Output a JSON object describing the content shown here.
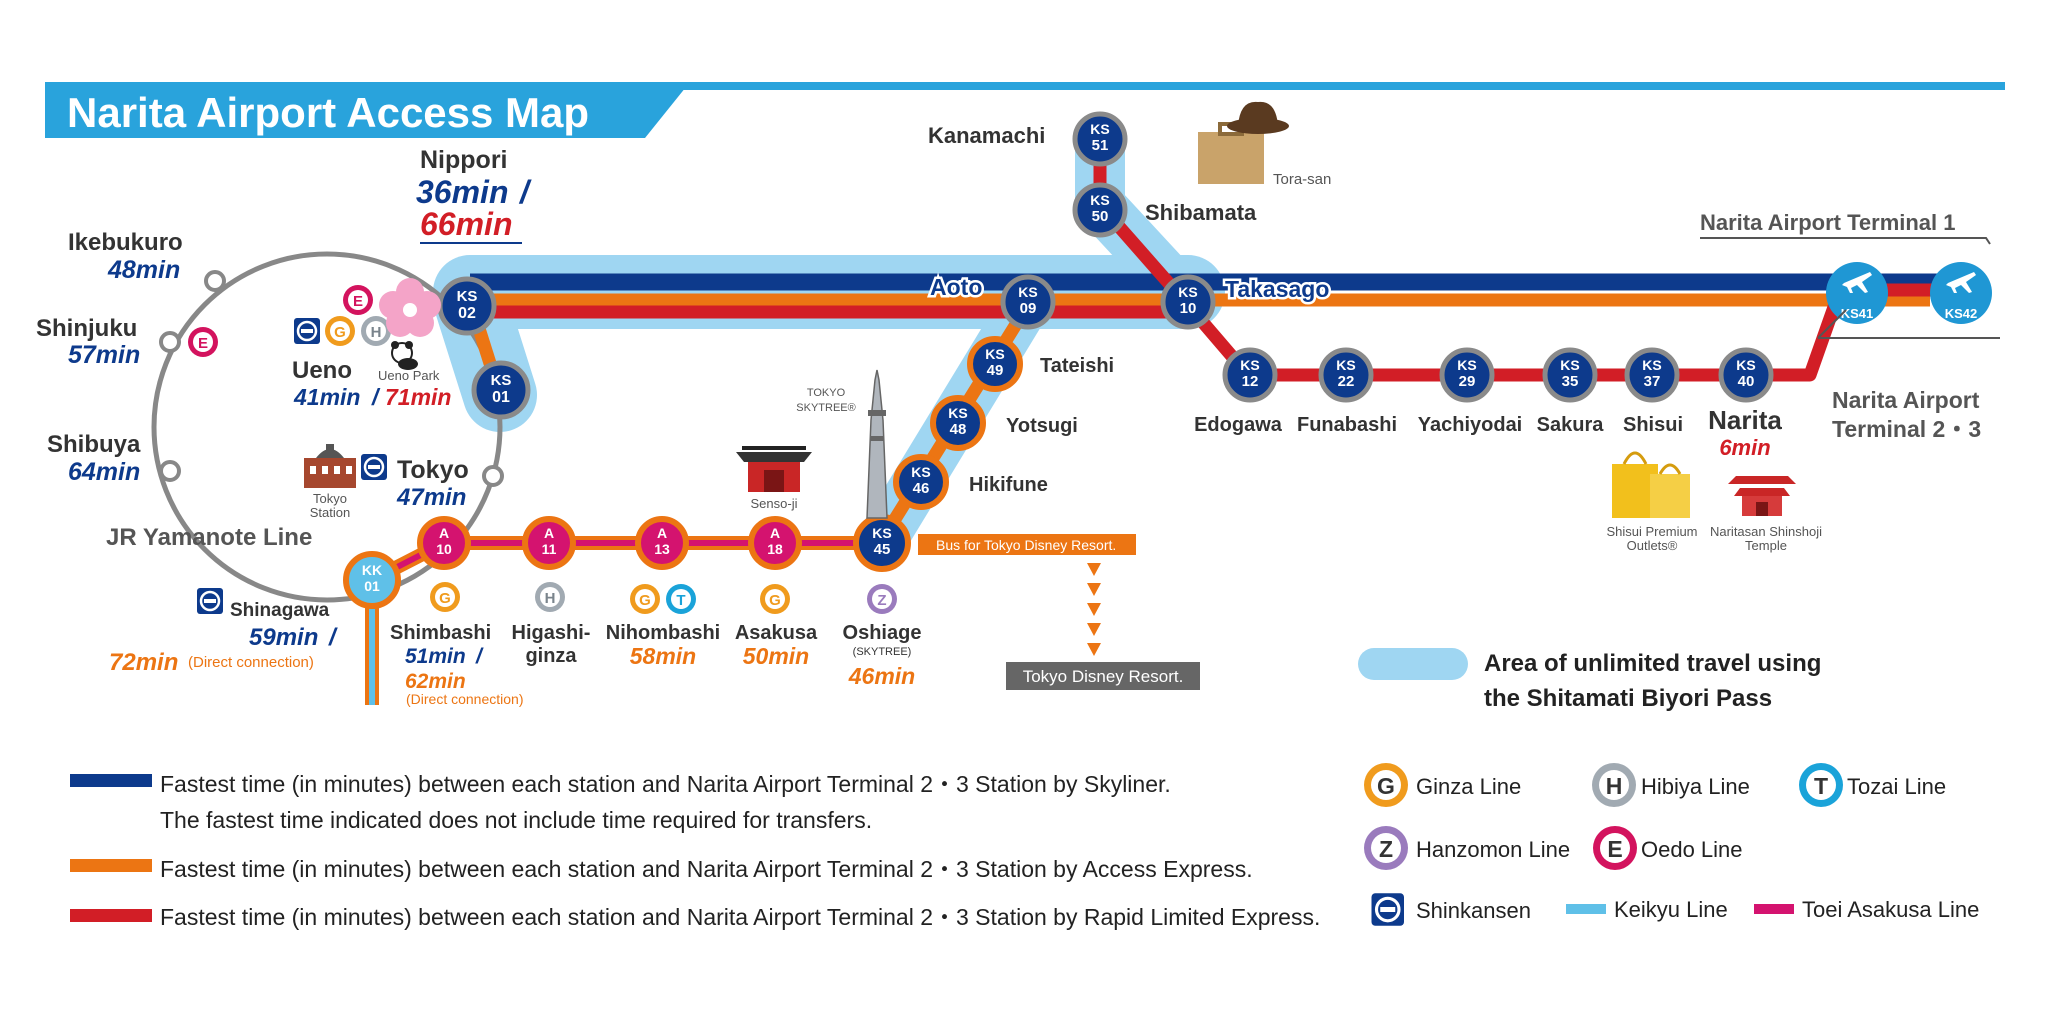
{
  "title": "Narita Airport Access Map",
  "colors": {
    "skyliner": "#0d3a8c",
    "access_express": "#ec7513",
    "rapid_limited": "#d21e26",
    "pass_area": "#9fd6f2",
    "yamanote": "#777777",
    "asakusa_line": "#d4136f",
    "keikyu": "#5fc0e8",
    "ginza": "#f09b1d",
    "hibiya": "#a1aab2",
    "tozai": "#1aa3d9",
    "hanzomon": "#9a7bbd",
    "oedo": "#d3135e"
  },
  "stations": {
    "nippori": {
      "name": "Nippori",
      "time_skyliner": "36min",
      "sep": "/",
      "time_rapid": "66min"
    },
    "ikebukuro": {
      "name": "Ikebukuro",
      "time": "48min"
    },
    "shinjuku": {
      "name": "Shinjuku",
      "time": "57min"
    },
    "shibuya": {
      "name": "Shibuya",
      "time": "64min"
    },
    "ueno": {
      "name": "Ueno",
      "time_skyliner": "41min",
      "sep": "/",
      "time_rapid": "71min"
    },
    "tokyo": {
      "name": "Tokyo",
      "time": "47min"
    },
    "shinagawa": {
      "name": "Shinagawa",
      "time_skyliner": "59min",
      "sep": "/",
      "time_access": "72min",
      "note": "(Direct connection)"
    },
    "shimbashi": {
      "name": "Shimbashi",
      "time_skyliner": "51min",
      "sep": "/",
      "time_access": "62min",
      "note": "(Direct connection)"
    },
    "higashiginza": {
      "name1": "Higashi-",
      "name2": "ginza"
    },
    "nihombashi": {
      "name": "Nihombashi",
      "time": "58min"
    },
    "asakusa": {
      "name": "Asakusa",
      "time": "50min"
    },
    "oshiage": {
      "name": "Oshiage",
      "sub": "(SKYTREE)",
      "time": "46min"
    },
    "kanamachi": {
      "name": "Kanamachi"
    },
    "shibamata": {
      "name": "Shibamata"
    },
    "aoto": {
      "name": "Aoto"
    },
    "takasago": {
      "name": "Takasago"
    },
    "tateishi": {
      "name": "Tateishi"
    },
    "yotsugi": {
      "name": "Yotsugi"
    },
    "hikifune": {
      "name": "Hikifune"
    },
    "edogawa": {
      "name": "Edogawa"
    },
    "funabashi": {
      "name": "Funabashi"
    },
    "yachiyodai": {
      "name": "Yachiyodai"
    },
    "sakura": {
      "name": "Sakura"
    },
    "shisui": {
      "name": "Shisui"
    },
    "narita": {
      "name": "Narita",
      "time": "6min"
    },
    "terminal1": {
      "name": "Narita Airport Terminal 1"
    },
    "terminal23": {
      "name1": "Narita Airport",
      "name2": "Terminal 2・3"
    }
  },
  "codes": {
    "ks02": [
      "KS",
      "02"
    ],
    "ks01": [
      "KS",
      "01"
    ],
    "ks09": [
      "KS",
      "09"
    ],
    "ks10": [
      "KS",
      "10"
    ],
    "ks51": [
      "KS",
      "51"
    ],
    "ks50": [
      "KS",
      "50"
    ],
    "ks49": [
      "KS",
      "49"
    ],
    "ks48": [
      "KS",
      "48"
    ],
    "ks46": [
      "KS",
      "46"
    ],
    "ks45": [
      "KS",
      "45"
    ],
    "ks12": [
      "KS",
      "12"
    ],
    "ks22": [
      "KS",
      "22"
    ],
    "ks29": [
      "KS",
      "29"
    ],
    "ks35": [
      "KS",
      "35"
    ],
    "ks37": [
      "KS",
      "37"
    ],
    "ks40": [
      "KS",
      "40"
    ],
    "ks41": "KS41",
    "ks42": "KS42",
    "a10": [
      "A",
      "10"
    ],
    "a11": [
      "A",
      "11"
    ],
    "a13": [
      "A",
      "13"
    ],
    "a18": [
      "A",
      "18"
    ],
    "kk01": [
      "KK",
      "01"
    ]
  },
  "letters": {
    "g": "G",
    "h": "H",
    "t": "T",
    "z": "Z",
    "e": "E"
  },
  "landmarks": {
    "torasan": "Tora-san",
    "uenopark": "Ueno Park",
    "tokyostation1": "Tokyo",
    "tokyostation2": "Station",
    "sensoji": "Senso-ji",
    "skytree1": "TOKYO",
    "skytree2": "SKYTREE®",
    "shisui_outlets1": "Shisui Premium",
    "shisui_outlets2": "Outlets®",
    "shinshoji1": "Naritasan Shinshoji",
    "shinshoji2": "Temple"
  },
  "disney": {
    "bus": "Bus for Tokyo Disney Resort.",
    "resort": "Tokyo Disney Resort."
  },
  "yamanote_label": "JR Yamanote Line",
  "pass_legend": {
    "line1": "Area of unlimited travel using",
    "line2": "the Shitamati Biyori Pass"
  },
  "legend": {
    "skyliner1": "Fastest time (in minutes) between each station and Narita Airport Terminal 2・3 Station by Skyliner.",
    "skyliner2": "The fastest time indicated does not include time required for transfers.",
    "access": "Fastest time (in minutes) between each station and Narita Airport Terminal 2・3 Station by Access Express.",
    "rapid": "Fastest time (in minutes) between each station and Narita Airport Terminal 2・3 Station by Rapid Limited Express."
  },
  "line_legend": {
    "ginza": "Ginza Line",
    "hibiya": "Hibiya Line",
    "tozai": "Tozai Line",
    "hanzomon": "Hanzomon Line",
    "oedo": "Oedo Line",
    "shinkansen": "Shinkansen",
    "keikyu": "Keikyu Line",
    "toei_asakusa": "Toei Asakusa Line"
  }
}
